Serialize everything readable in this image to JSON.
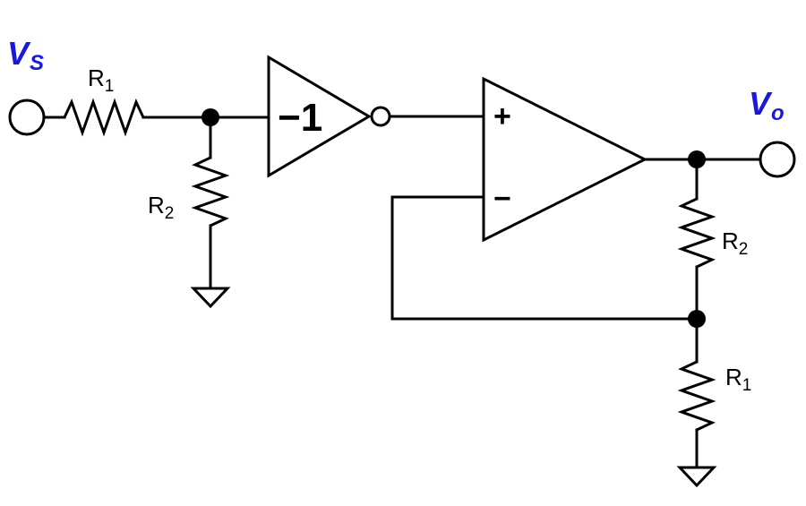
{
  "colors": {
    "wire": "#000000",
    "io_label": "#1a1ad6",
    "background": "#ffffff"
  },
  "input": {
    "main": "V",
    "sub": "S"
  },
  "output": {
    "main": "V",
    "sub": "o"
  },
  "inverter": {
    "text": "−1"
  },
  "opamp": {
    "plus": "+",
    "minus": "−"
  },
  "resistors": {
    "r1_in": {
      "main": "R",
      "sub": "1"
    },
    "r2_shunt": {
      "main": "R",
      "sub": "2"
    },
    "r2_feedback": {
      "main": "R",
      "sub": "2"
    },
    "r1_ground": {
      "main": "R",
      "sub": "1"
    }
  },
  "icons": [
    "ground-icon",
    "ground-icon",
    "resistor-icon",
    "opamp-icon",
    "inverter-icon",
    "terminal-icon"
  ]
}
